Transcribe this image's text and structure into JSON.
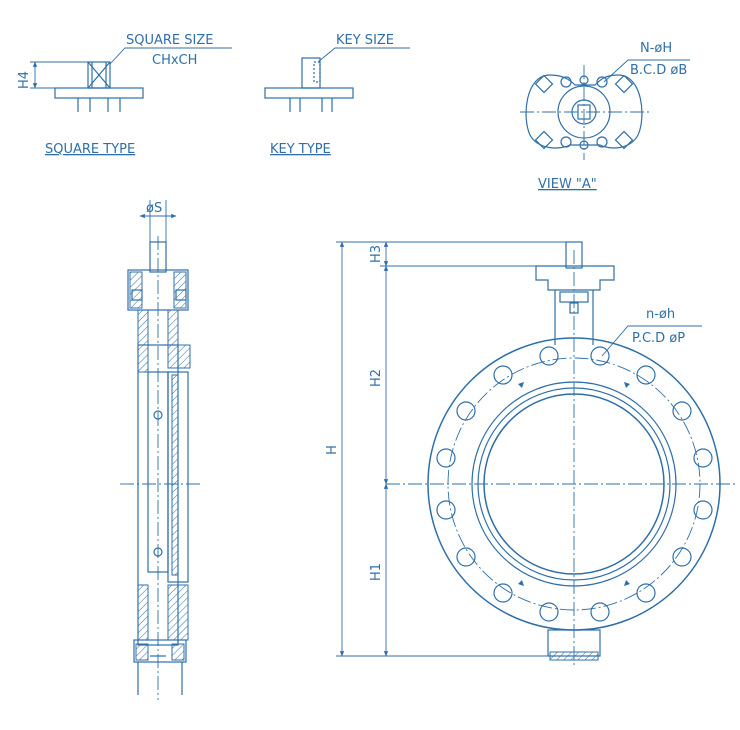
{
  "labels": {
    "square_size": "SQUARE SIZE",
    "chxch": "CHxCH",
    "h4": "H4",
    "square_type": "SQUARE TYPE",
    "key_size": "KEY SIZE",
    "key_type": "KEY TYPE",
    "n_oh_upper": "N-øH",
    "bcd_ob": "B.C.D øB",
    "view_a": "VIEW \"A\"",
    "os": "øS",
    "h3": "H3",
    "h2": "H2",
    "h": "H",
    "h1": "H1",
    "n_oh_lower": "n-øh",
    "pcd_op": "P.C.D øP"
  },
  "colors": {
    "line": "#2f6fa8",
    "background": "#ffffff"
  }
}
